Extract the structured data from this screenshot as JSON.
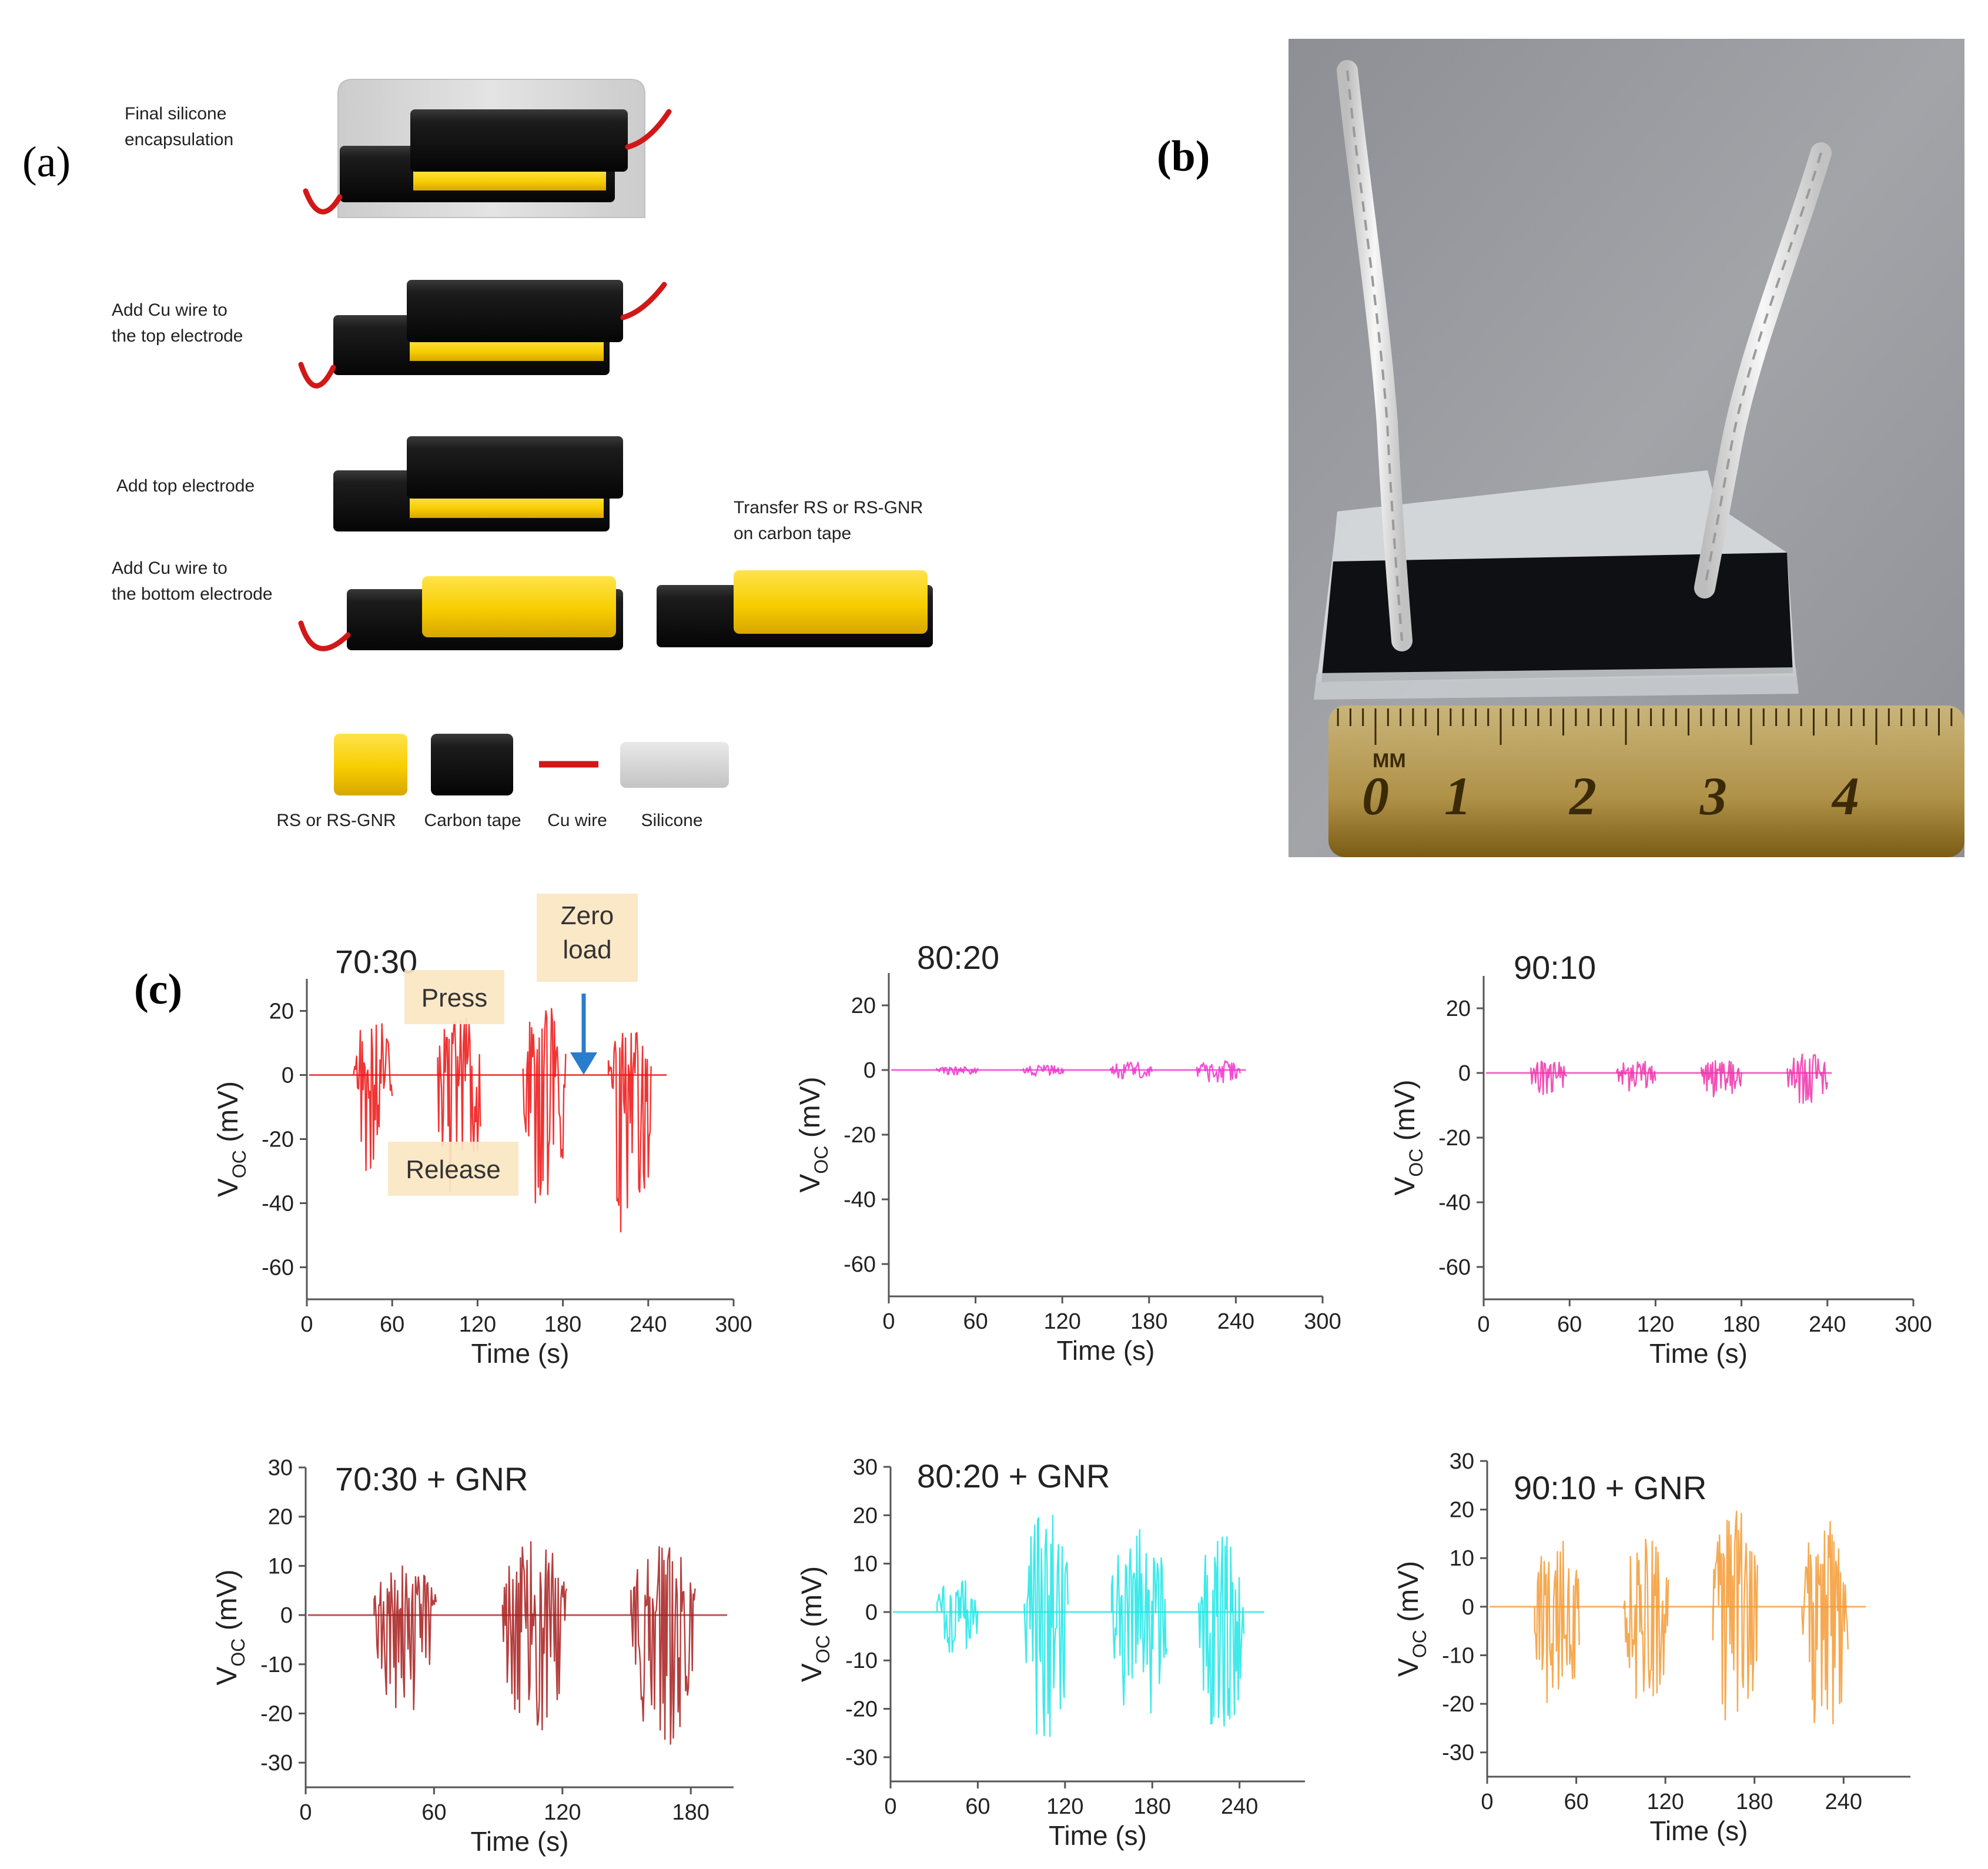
{
  "panel_labels": {
    "a": "(a)",
    "b": "(b)",
    "c": "(c)"
  },
  "schematic": {
    "steps": [
      {
        "label_lines": [
          "Final silicone",
          "encapsulation"
        ]
      },
      {
        "label_lines": [
          "Add Cu wire to",
          "the top electrode"
        ]
      },
      {
        "label_lines": [
          "Add top electrode"
        ]
      },
      {
        "label_lines": [
          "Add Cu wire to",
          "the bottom electrode"
        ]
      },
      {
        "label_lines": [
          "Transfer RS or RS-GNR",
          "on carbon tape"
        ]
      }
    ],
    "legend": [
      {
        "label": "RS or RS-GNR",
        "icon": "rs-block-icon",
        "color": "#f5c800"
      },
      {
        "label": "Carbon tape",
        "icon": "carbon-tape-block-icon",
        "color": "#111111"
      },
      {
        "label": "Cu wire",
        "icon": "cu-wire-line-icon",
        "color": "#d01818"
      },
      {
        "label": "Silicone",
        "icon": "silicone-block-icon",
        "color": "#d4d4d4"
      }
    ]
  },
  "photo": {
    "ruler_unit": "MM",
    "ruler_numbers": [
      "0",
      "1",
      "2",
      "3",
      "4"
    ]
  },
  "chart_data": [
    {
      "type": "line",
      "title": "70:30",
      "xlabel": "Time (s)",
      "ylabel_main": "V",
      "ylabel_sub": "OC",
      "ylabel_unit": " (mV)",
      "xlim": [
        0,
        300
      ],
      "ylim": [
        -70,
        30
      ],
      "xticks": [
        0,
        60,
        120,
        180,
        240,
        300
      ],
      "yticks": [
        20,
        0,
        -20,
        -40,
        -60
      ],
      "color": "#ee1111",
      "trace_end": 253,
      "bursts": [
        {
          "x": [
            33,
            60
          ],
          "min": -32,
          "max": 18
        },
        {
          "x": [
            92,
            122
          ],
          "min": -40,
          "max": 19
        },
        {
          "x": [
            152,
            182
          ],
          "min": -44,
          "max": 22
        },
        {
          "x": [
            212,
            242
          ],
          "min": -54,
          "max": 14
        }
      ],
      "annotations": [
        {
          "text": "Press"
        },
        {
          "text": "Release"
        },
        {
          "text": [
            "Zero",
            "load"
          ]
        }
      ]
    },
    {
      "type": "line",
      "title": "80:20",
      "xlabel": "Time (s)",
      "ylabel_main": "V",
      "ylabel_sub": "OC",
      "ylabel_unit": " (mV)",
      "xlim": [
        0,
        300
      ],
      "ylim": [
        -70,
        30
      ],
      "xticks": [
        0,
        60,
        120,
        180,
        240,
        300
      ],
      "yticks": [
        20,
        0,
        -20,
        -40,
        -60
      ],
      "color": "#ee33cc",
      "trace_end": 247,
      "bursts": [
        {
          "x": [
            33,
            62
          ],
          "min": -1.5,
          "max": 1
        },
        {
          "x": [
            93,
            121
          ],
          "min": -2,
          "max": 1.5
        },
        {
          "x": [
            153,
            182
          ],
          "min": -3,
          "max": 2.5
        },
        {
          "x": [
            213,
            243
          ],
          "min": -4,
          "max": 3
        }
      ]
    },
    {
      "type": "line",
      "title": "90:10",
      "xlabel": "Time (s)",
      "ylabel_main": "V",
      "ylabel_sub": "OC",
      "ylabel_unit": " (mV)",
      "xlim": [
        0,
        300
      ],
      "ylim": [
        -70,
        30
      ],
      "xticks": [
        0,
        60,
        120,
        180,
        240,
        300
      ],
      "yticks": [
        20,
        0,
        -20,
        -40,
        -60
      ],
      "color": "#ee33aa",
      "trace_end": 243,
      "bursts": [
        {
          "x": [
            33,
            58
          ],
          "min": -7,
          "max": 4
        },
        {
          "x": [
            93,
            120
          ],
          "min": -6,
          "max": 4
        },
        {
          "x": [
            152,
            180
          ],
          "min": -8,
          "max": 4
        },
        {
          "x": [
            212,
            240
          ],
          "min": -10,
          "max": 6
        }
      ]
    },
    {
      "type": "line",
      "title": "70:30 + GNR",
      "xlabel": "Time (s)",
      "ylabel_main": "V",
      "ylabel_sub": "OC",
      "ylabel_unit": " (mV)",
      "xlim": [
        0,
        200
      ],
      "ylim": [
        -35,
        30
      ],
      "xticks": [
        0,
        60,
        120,
        180
      ],
      "yticks": [
        30,
        20,
        10,
        0,
        -10,
        -20,
        -30
      ],
      "color": "#a81c1c",
      "trace_end": 197,
      "bursts": [
        {
          "x": [
            32,
            61
          ],
          "min": -20,
          "max": 10
        },
        {
          "x": [
            92,
            122
          ],
          "min": -24,
          "max": 15
        },
        {
          "x": [
            152,
            182
          ],
          "min": -27,
          "max": 14
        }
      ]
    },
    {
      "type": "line",
      "title": "80:20 + GNR",
      "xlabel": "Time (s)",
      "ylabel_main": "V",
      "ylabel_sub": "OC",
      "ylabel_unit": " (mV)",
      "xlim": [
        0,
        285
      ],
      "ylim": [
        -35,
        30
      ],
      "xticks": [
        0,
        60,
        120,
        180,
        240
      ],
      "yticks": [
        30,
        20,
        10,
        0,
        -10,
        -20,
        -30
      ],
      "color": "#1de6e6",
      "trace_end": 257,
      "bursts": [
        {
          "x": [
            32,
            60
          ],
          "min": -9,
          "max": 7
        },
        {
          "x": [
            92,
            122
          ],
          "min": -28,
          "max": 21
        },
        {
          "x": [
            152,
            190
          ],
          "min": -23,
          "max": 17
        },
        {
          "x": [
            212,
            243
          ],
          "min": -26,
          "max": 16
        }
      ]
    },
    {
      "type": "line",
      "title": "90:10 + GNR",
      "xlabel": "Time (s)",
      "ylabel_main": "V",
      "ylabel_sub": "OC",
      "ylabel_unit": " (mV)",
      "xlim": [
        0,
        285
      ],
      "ylim": [
        -35,
        30
      ],
      "xticks": [
        0,
        60,
        120,
        180,
        240
      ],
      "yticks": [
        30,
        20,
        10,
        0,
        -10,
        -20,
        -30
      ],
      "color": "#f59a32",
      "trace_end": 255,
      "bursts": [
        {
          "x": [
            32,
            62
          ],
          "min": -22,
          "max": 14
        },
        {
          "x": [
            92,
            122
          ],
          "min": -21,
          "max": 14
        },
        {
          "x": [
            152,
            182
          ],
          "min": -26,
          "max": 20
        },
        {
          "x": [
            212,
            243
          ],
          "min": -27,
          "max": 18
        }
      ]
    }
  ]
}
